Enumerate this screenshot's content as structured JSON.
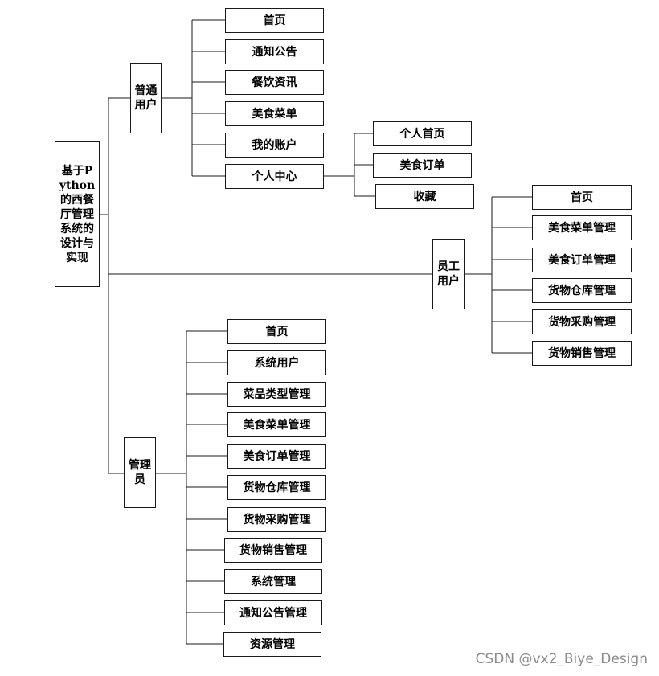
{
  "colors": {
    "line": "#1a1a1a",
    "box_border": "#1a1a1a",
    "watermark": "#8a8a8a"
  },
  "root": {
    "label": "基于Python的西餐厅管理系统的设计与实现"
  },
  "regular_user": {
    "label": "普通用户",
    "items": [
      "首页",
      "通知公告",
      "餐饮资讯",
      "美食菜单",
      "我的账户",
      "个人中心"
    ]
  },
  "personal_center": {
    "items": [
      "个人首页",
      "美食订单",
      "收藏"
    ]
  },
  "employee_user": {
    "label": "员工用户",
    "items": [
      "首页",
      "美食菜单管理",
      "美食订单管理",
      "货物仓库管理",
      "货物采购管理",
      "货物销售管理"
    ]
  },
  "admin": {
    "label": "管理员",
    "items": [
      "首页",
      "系统用户",
      "菜品类型管理",
      "美食菜单管理",
      "美食订单管理",
      "货物仓库管理",
      "货物采购管理",
      "货物销售管理",
      "系统管理",
      "通知公告管理",
      "资源管理"
    ]
  },
  "watermark": "CSDN @vx2_Biye_Design"
}
